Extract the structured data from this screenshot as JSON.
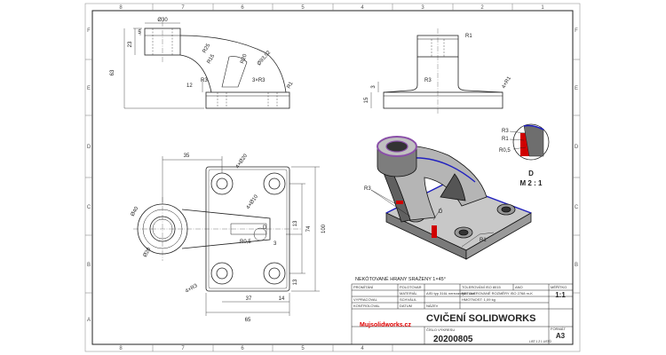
{
  "zones": {
    "top": [
      "8",
      "7",
      "6",
      "5",
      "4",
      "3",
      "2",
      "1"
    ],
    "left": [
      "F",
      "E",
      "D",
      "C",
      "B",
      "A"
    ]
  },
  "front_view": {
    "dims": [
      "Ø30",
      "5",
      "23",
      "63",
      "R15",
      "R25",
      "R20",
      "Ø93,92",
      "3×R3",
      "R3",
      "12",
      "R1"
    ]
  },
  "side_view": {
    "dims": [
      "R1",
      "3",
      "15",
      "R3",
      "4×R1"
    ]
  },
  "top_view": {
    "dims": [
      "35",
      "4×Ø20",
      "4×Ø10",
      "Ø40",
      "Ø20",
      "R0,5",
      "3",
      "13",
      "74",
      "13",
      "100",
      "4×R3",
      "37",
      "14",
      "65"
    ],
    "section_letter": "D"
  },
  "detail": {
    "labels": [
      "R3",
      "R1",
      "R0,5"
    ],
    "caption_letter": "D",
    "caption_scale": "M 2 : 1"
  },
  "iso_view": {
    "labels": [
      "R3",
      "D",
      "R1"
    ]
  },
  "title_block": {
    "note": "NEKÓTOVANÉ HRANY SRAŽENY 1×45°",
    "rows": [
      {
        "label": "PROMÍTÁNÍ",
        "value": "POLOTOVAR"
      },
      {
        "label": "",
        "value": "MATERIÁL"
      },
      {
        "label": "VYPRACOVAL",
        "value": "SCHVÁLIL"
      },
      {
        "label": "KONTROLOVAL",
        "value": "DATUM"
      }
    ],
    "material": "AISI typ 316L nerezavějící ocel",
    "tolerance": "TOLEROVÁNÍ ISO 8015",
    "ano": "ANO",
    "iso_text": "NETOLEROVANÉ ROZMĚRY ISO 2768 m-K",
    "mass": "HMOTNOST: 1,09 kg",
    "nazev_label": "NÁZEV",
    "scale_label": "MĚŘÍTKO",
    "scale": "1:1",
    "logo": "Mujsolidworks.cz",
    "title": "CVIČENÍ SOLIDWORKS",
    "drawing_no_label": "ČÍSLO VÝKRESU",
    "drawing_no": "20200805",
    "format_label": "FORMÁT",
    "format": "A3",
    "sheet": "LIST 1 Z 1 LISTŮ"
  },
  "colors": {
    "line": "#222222",
    "dim": "#333333",
    "accent_red": "#d00000",
    "accent_blue": "#2020c0",
    "accent_purple": "#8a4fa8",
    "logo_red": "#e00000"
  }
}
